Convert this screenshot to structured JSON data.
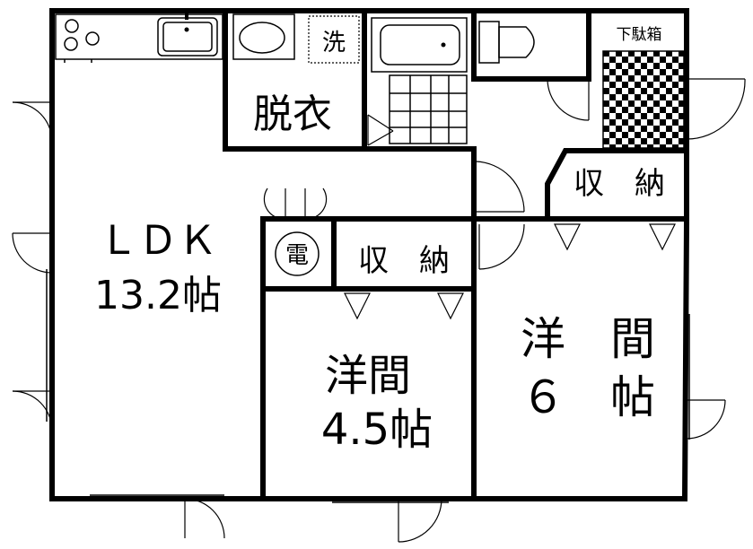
{
  "rooms": {
    "ldk_name": "ＬＤＫ",
    "ldk_size": "13.2帖",
    "dressing": "脱衣",
    "washer": "洗",
    "electric": "電",
    "storage_center": "収　納",
    "storage_upper_right": "収　納",
    "western_small_name": "洋間",
    "western_small_size": "4.5帖",
    "western_large_name": "洋　間",
    "western_large_size": "６　帖",
    "shoe_box": "下駄箱"
  },
  "colors": {
    "wall": "#000000",
    "background": "#ffffff"
  }
}
